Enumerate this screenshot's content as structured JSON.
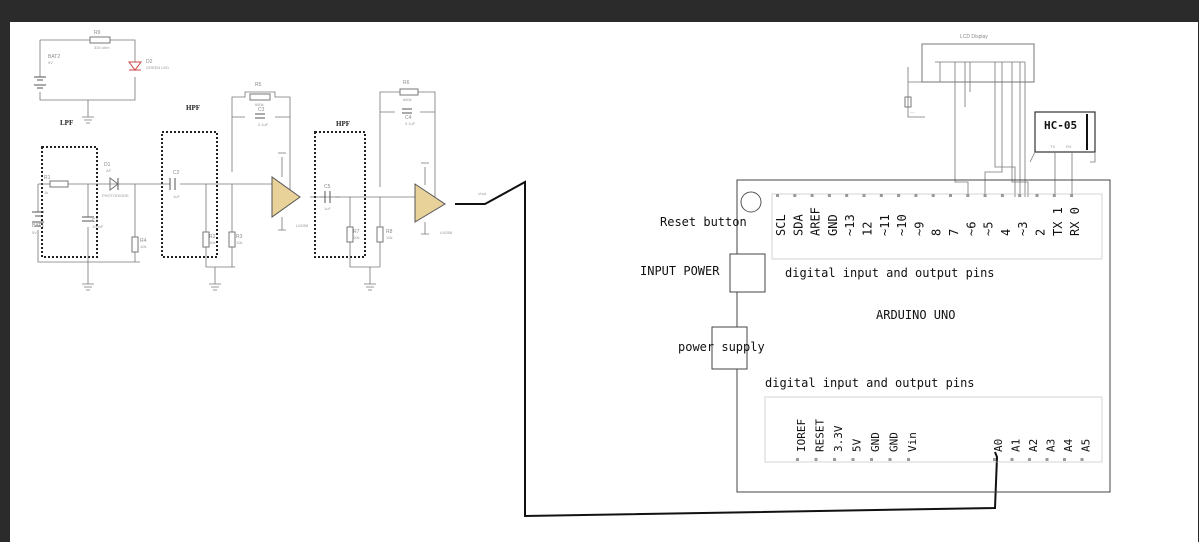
{
  "schematic": {
    "battery2": {
      "ref": "BAT2",
      "val": "9V"
    },
    "r9": {
      "ref": "R9",
      "val": "330 ohm"
    },
    "d2": {
      "ref": "D2",
      "val": "GREEN LED"
    },
    "lpf_label": "LPF",
    "hpf1_label": "HPF",
    "hpf2_label": "HPF",
    "r1": {
      "ref": "R1",
      "val": "1k"
    },
    "bat1": {
      "ref": "BAT1",
      "val": "5V"
    },
    "c1": {
      "ref": "C1",
      "val": "100nF"
    },
    "d1": {
      "ref": "D1",
      "val": "PHOTODIODE"
    },
    "d1_side": "AF",
    "r4": {
      "ref": "R4",
      "val": "10k"
    },
    "c2": {
      "ref": "C2",
      "val": "1uF"
    },
    "r2": {
      "ref": "R2",
      "val": "10k"
    },
    "r3": {
      "ref": "R3",
      "val": "10k"
    },
    "r5": {
      "ref": "R5",
      "val": "680k"
    },
    "c3": {
      "ref": "C3",
      "val": "0.1uF"
    },
    "u1": {
      "ref": "LM358"
    },
    "c5": {
      "ref": "C5",
      "val": "1uF"
    },
    "r7": {
      "ref": "R7",
      "val": "10k"
    },
    "r8": {
      "ref": "R8",
      "val": "10k"
    },
    "r6": {
      "ref": "R6",
      "val": "680k"
    },
    "c4": {
      "ref": "C4",
      "val": "0.1uF"
    },
    "u2": {
      "ref": "LM358"
    },
    "vout": "Vout"
  },
  "lcd_title": "LCD Display",
  "hc05": {
    "label": "HC-05",
    "tx": "TX",
    "rx": "RX"
  },
  "arduino": {
    "name": "ARDUINO UNO",
    "reset_button": "Reset button",
    "input_power": "INPUT POWER",
    "power_supply": "power supply",
    "digital_top": "digital input and output pins",
    "digital_bottom": "digital input and output pins",
    "top_pins": [
      "SCL",
      "SDA",
      "AREF",
      "GND",
      "~13",
      "12",
      "~11",
      "~10",
      "~9",
      "8",
      "7",
      "~6",
      "~5",
      "4",
      "~3",
      "2",
      "TX 1",
      "RX 0"
    ],
    "bottom_pins_left": [
      "IOREF",
      "RESET",
      "3.3V",
      "5V",
      "GND",
      "GND",
      "Vin"
    ],
    "bottom_pins_right": [
      "A0",
      "A1",
      "A2",
      "A3",
      "A4",
      "A5"
    ]
  }
}
